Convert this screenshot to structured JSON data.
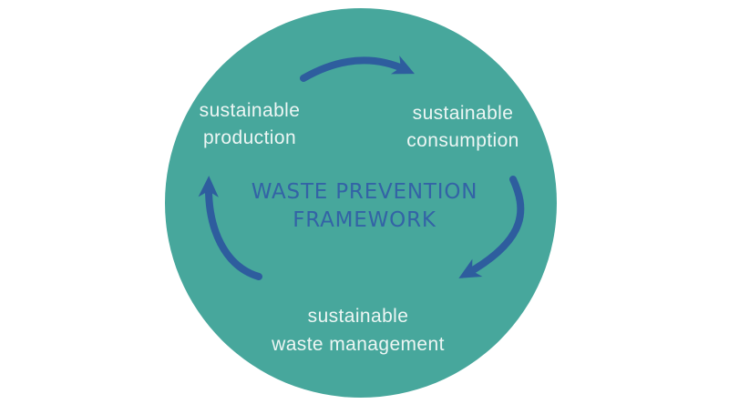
{
  "diagram": {
    "type": "cycle",
    "title": {
      "line1": "WASTE PREVENTION",
      "line2": "FRAMEWORK"
    },
    "nodes": [
      {
        "id": "sustainable-production",
        "line1": "sustainable",
        "line2": "production"
      },
      {
        "id": "sustainable-consumption",
        "line1": "sustainable",
        "line2": "consumption"
      },
      {
        "id": "sustainable-waste-management",
        "line1": "sustainable",
        "line2": "waste management"
      }
    ],
    "arrows": [
      {
        "from": "sustainable-production",
        "to": "sustainable-consumption"
      },
      {
        "from": "sustainable-consumption",
        "to": "sustainable-waste-management"
      },
      {
        "from": "sustainable-waste-management",
        "to": "sustainable-production"
      }
    ],
    "colors": {
      "background": "#ffffff",
      "circle_fill": "#47a79c",
      "arrow": "#2e5d9e",
      "title_text": "#3363a6",
      "node_text": "#edf6f4"
    }
  }
}
